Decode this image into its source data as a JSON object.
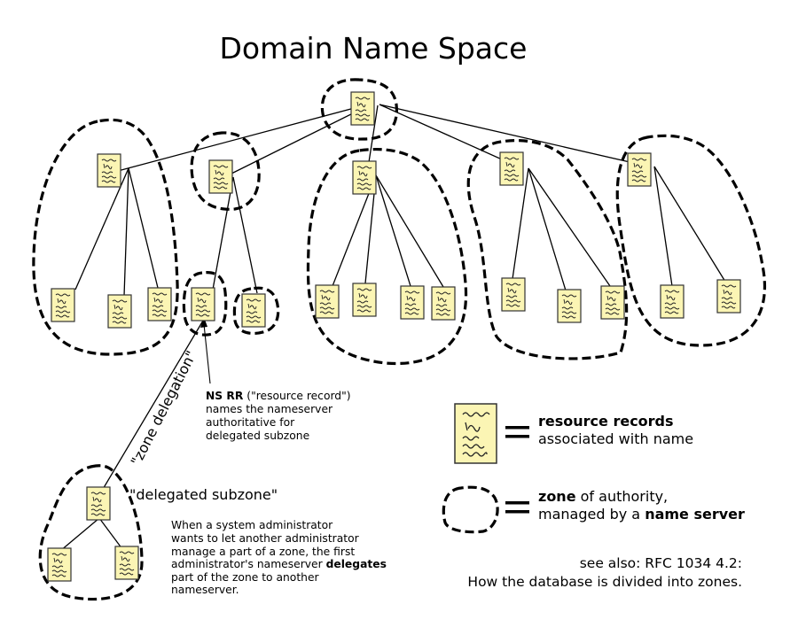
{
  "title": "Domain Name Space",
  "annotations": {
    "zone_delegation": "\"zone delegation\"",
    "delegated_subzone": "\"delegated subzone\"",
    "ns_rr": {
      "bold": "NS RR",
      "line1_rest": " (\"resource record\")",
      "line2": "names the nameserver",
      "line3": "authoritative for",
      "line4": "delegated subzone"
    },
    "admin_note": {
      "line1": "When a system administrator",
      "line2": "wants to let another administrator",
      "line3": "manage a part of a zone, the first",
      "line4_prefix": "administrator's nameserver ",
      "line4_bold": "delegates",
      "line5": "part of the zone to another",
      "line6": "nameserver."
    }
  },
  "legend": {
    "equals": "=",
    "records_bold": "resource records",
    "records_rest": "associated with name",
    "zone_bold": "zone",
    "zone_rest": " of authority,",
    "managed_prefix": "managed by a ",
    "managed_bold": "name server"
  },
  "see_also": {
    "line1": "see also: RFC 1034 4.2:",
    "line2": "How the database is divided into zones."
  },
  "colors": {
    "record_fill": "#fbf5b4",
    "record_stroke": "#333333",
    "line": "#000000"
  },
  "icons": {
    "record": "document-icon",
    "zone": "dashed-zone-outline"
  }
}
